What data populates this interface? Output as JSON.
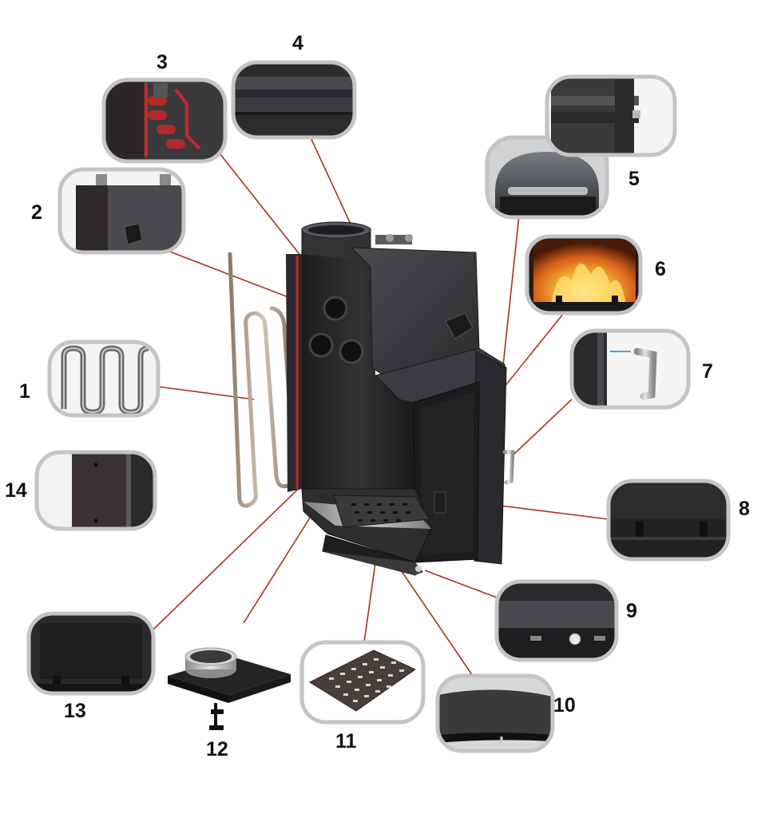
{
  "callouts": [
    {
      "number": "1",
      "part": "water-coil"
    },
    {
      "number": "2",
      "part": "top-throttle"
    },
    {
      "number": "3",
      "part": "heat-exchanger-pipes"
    },
    {
      "number": "4",
      "part": "deflector"
    },
    {
      "number": "5",
      "part": "door-seal-top"
    },
    {
      "number": "6",
      "part": "glass-window"
    },
    {
      "number": "7",
      "part": "door-handle"
    },
    {
      "number": "8",
      "part": "grate-holders"
    },
    {
      "number": "9",
      "part": "air-supply-slider"
    },
    {
      "number": "10",
      "part": "ash-lip"
    },
    {
      "number": "11",
      "part": "grate"
    },
    {
      "number": "12",
      "part": "ash-pan-with-inlet"
    },
    {
      "number": "13",
      "part": "fire-chamber-lining"
    },
    {
      "number": "14",
      "part": "side-panel"
    }
  ],
  "colors": {
    "leader": "#a8321e",
    "bubble_border": "#c4c4c4",
    "steel": "#2a2a2c",
    "steel_light": "#4a4a4e",
    "fire": "#f2a01c",
    "label": "#111111"
  }
}
